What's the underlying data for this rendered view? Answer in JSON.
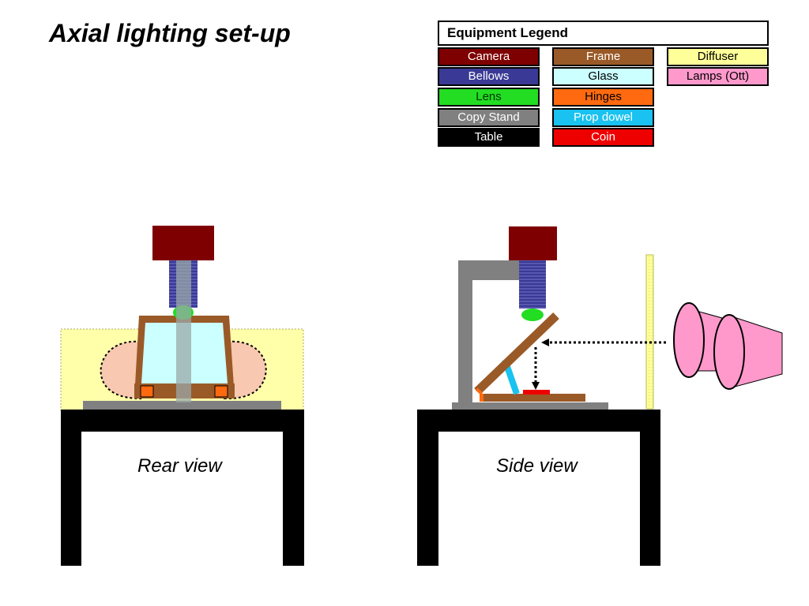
{
  "title": "Axial lighting set-up",
  "legend": {
    "header": "Equipment Legend",
    "items": [
      {
        "label": "Camera",
        "color": "#7f0000",
        "text_color": "#ffffff"
      },
      {
        "label": "Bellows",
        "color": "#3a3a96",
        "text_color": "#ffffff"
      },
      {
        "label": "Lens",
        "color": "#22dd22",
        "text_color": "#003300"
      },
      {
        "label": "Copy Stand",
        "color": "#808080",
        "text_color": "#ffffff"
      },
      {
        "label": "Table",
        "color": "#000000",
        "text_color": "#ffffff"
      },
      {
        "label": "Frame",
        "color": "#9a5a28",
        "text_color": "#ffffff"
      },
      {
        "label": "Glass",
        "color": "#ccffff",
        "text_color": "#000000"
      },
      {
        "label": "Hinges",
        "color": "#ff6a10",
        "text_color": "#000000"
      },
      {
        "label": "Prop dowel",
        "color": "#19c2f0",
        "text_color": "#ffffff"
      },
      {
        "label": "Coin",
        "color": "#ee0000",
        "text_color": "#ffffff"
      },
      {
        "label": "Diffuser",
        "color": "#ffff99",
        "text_color": "#000000"
      },
      {
        "label": "Lamps (Ott)",
        "color": "#ff99cc",
        "text_color": "#000000"
      }
    ]
  },
  "views": {
    "rear": "Rear view",
    "side": "Side view"
  }
}
